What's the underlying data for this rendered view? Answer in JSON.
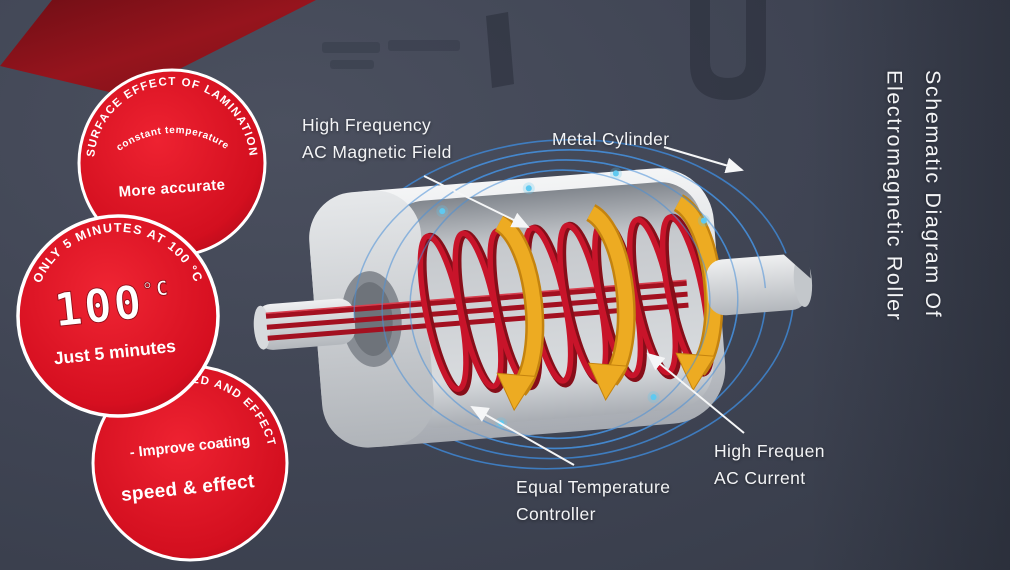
{
  "title": {
    "line1": "Schematic Diagram Of",
    "line2": "Electromagnetic Roller"
  },
  "labels": {
    "magnetic_field": [
      "High Frequency",
      "AC Magnetic Field"
    ],
    "metal_cylinder": "Metal Cylinder",
    "temperature_controller": [
      "Equal Temperature",
      "Controller"
    ],
    "ac_current": [
      "High Frequen",
      "AC Current"
    ]
  },
  "badges": {
    "lamination": {
      "arc": "SURFACE EFFECT OF LAMINATION",
      "sub": "constant temperature",
      "main": "More accurate"
    },
    "minutes": {
      "arc": "ONLY 5 MINUTES AT 100 °C",
      "value": "100",
      "unit": "°C",
      "main": "Just 5 minutes"
    },
    "speed": {
      "arc": "SPEED AND EFFECT",
      "sub": "- Improve coating",
      "main": "speed & effect"
    }
  },
  "colors": {
    "background": "#3f4453",
    "badge_red": "#d8101f",
    "corner_red": "#8c1219",
    "coil_red": "#c8142a",
    "field_blue": "#3f86d2",
    "arrow_gold": "#edab22",
    "metal_gray": "#d9dcdf",
    "label_white": "#f3f4f6"
  }
}
